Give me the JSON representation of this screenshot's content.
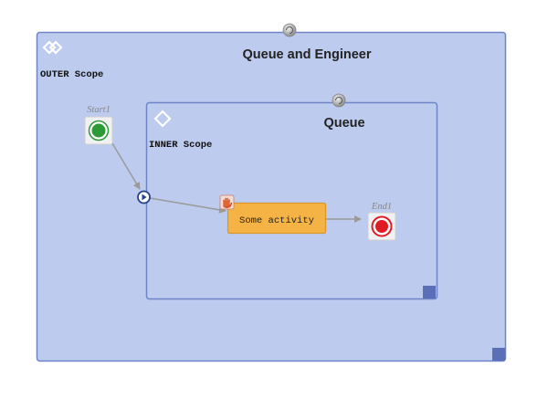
{
  "outer_scope": {
    "title": "Queue and Engineer",
    "label": "OUTER Scope",
    "fill": "#bccbee",
    "stroke": "#6f85c8",
    "icon": "diamond-link-icon"
  },
  "inner_scope": {
    "title": "Queue",
    "label": "INNER Scope",
    "icon": "diamond-outline-icon"
  },
  "start_event": {
    "label": "Start1",
    "color": "#2e9a37",
    "icon": "start-circle-icon"
  },
  "end_event": {
    "label": "End1",
    "color": "#e11b22",
    "icon": "end-circle-icon"
  },
  "activity": {
    "label": "Some activity",
    "fill": "#f5b346",
    "stroke": "#d9962a",
    "icon": "hand-icon"
  },
  "connector_color": "#9a9a9a",
  "resize_handle_color": "#5b6fb8"
}
